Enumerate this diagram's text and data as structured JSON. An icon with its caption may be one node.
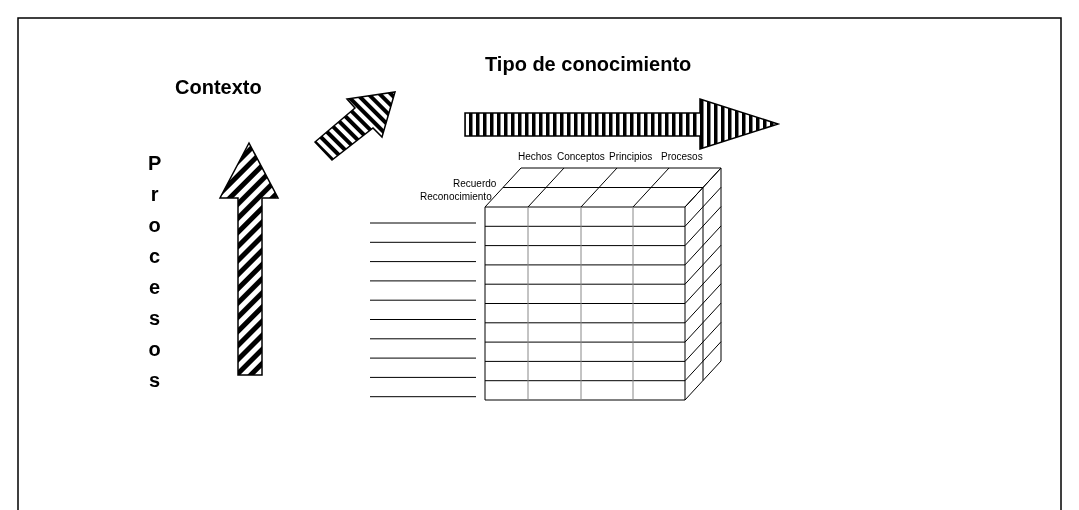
{
  "diagram": {
    "labels": [
      "Contexto",
      "Tipo de conocimiento",
      "Procesos",
      "Hechos",
      "Conceptos",
      "Principios",
      "Procesos",
      "Recuerdo",
      "Reconocimiento"
    ]
  }
}
